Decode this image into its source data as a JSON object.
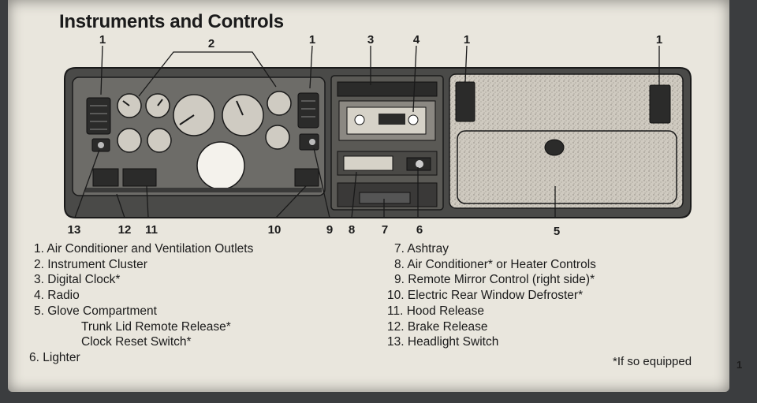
{
  "title": "Instruments and Controls",
  "callouts": {
    "top": [
      "1",
      "2",
      "1",
      "3",
      "4",
      "1",
      "1"
    ],
    "bottom": [
      "13",
      "12",
      "11",
      "10",
      "9",
      "8",
      "7",
      "6",
      "5"
    ]
  },
  "legend_left": [
    {
      "num": "1.",
      "text": "Air Conditioner and Ventilation Outlets"
    },
    {
      "num": "2.",
      "text": "Instrument Cluster"
    },
    {
      "num": "3.",
      "text": "Digital Clock*"
    },
    {
      "num": "4.",
      "text": "Radio"
    },
    {
      "num": "5.",
      "text": "Glove Compartment"
    },
    {
      "num": "",
      "text": "Trunk Lid Remote Release*"
    },
    {
      "num": "",
      "text": "Clock Reset Switch*"
    },
    {
      "num": "6.",
      "text": "Lighter"
    }
  ],
  "legend_right": [
    {
      "num": "7.",
      "text": "Ashtray"
    },
    {
      "num": "8.",
      "text": "Air Conditioner* or Heater Controls"
    },
    {
      "num": "9.",
      "text": "Remote Mirror Control (right side)*"
    },
    {
      "num": "10.",
      "text": "Electric Rear Window Defroster*"
    },
    {
      "num": "11.",
      "text": "Hood Release"
    },
    {
      "num": "12.",
      "text": "Brake Release"
    },
    {
      "num": "13.",
      "text": "Headlight Switch"
    }
  ],
  "footnote": "*If so equipped",
  "page_number": "1"
}
